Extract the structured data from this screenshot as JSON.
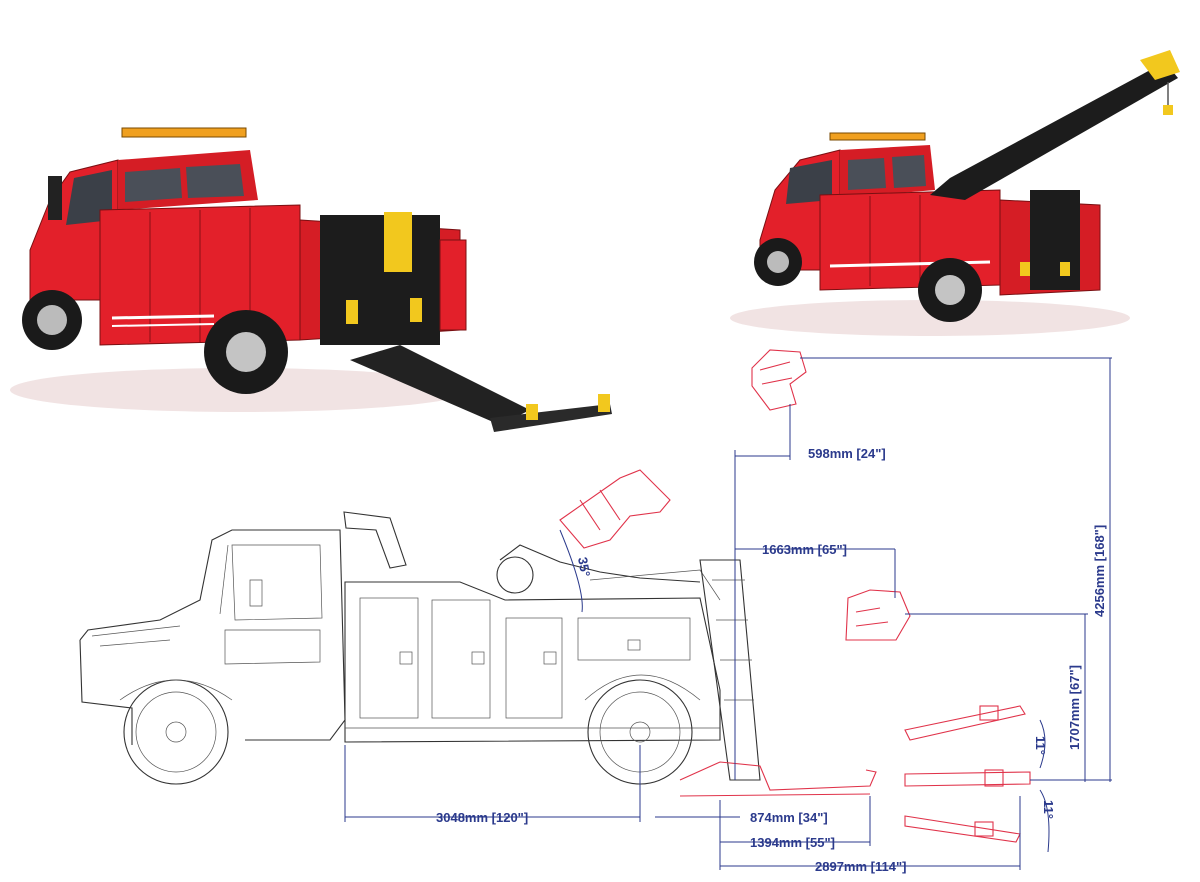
{
  "colors": {
    "truck_body": "#e3202a",
    "truck_dark": "#1c1c1c",
    "accent_yellow": "#f2c81e",
    "dimension_blue": "#2b3a8c",
    "outline_red": "#e0334a",
    "outline_gray": "#333333"
  },
  "icons": {
    "render_left": "tow-truck-rear-view-icon",
    "render_right": "tow-truck-boom-raised-icon"
  },
  "dimensions": {
    "boom_reach_top": "598mm [24\"]",
    "boom_reach_mid": "1663mm [65\"]",
    "height_max": "4256mm [168\"]",
    "height_mid": "1707mm [67\"]",
    "wheelbase_rear": "3048mm [120\"]",
    "underlift_a": "874mm [34\"]",
    "underlift_b": "1394mm [55\"]",
    "underlift_c": "2897mm [114\"]",
    "angle_boom": "35°",
    "angle_up": "11°",
    "angle_down": "11°"
  }
}
